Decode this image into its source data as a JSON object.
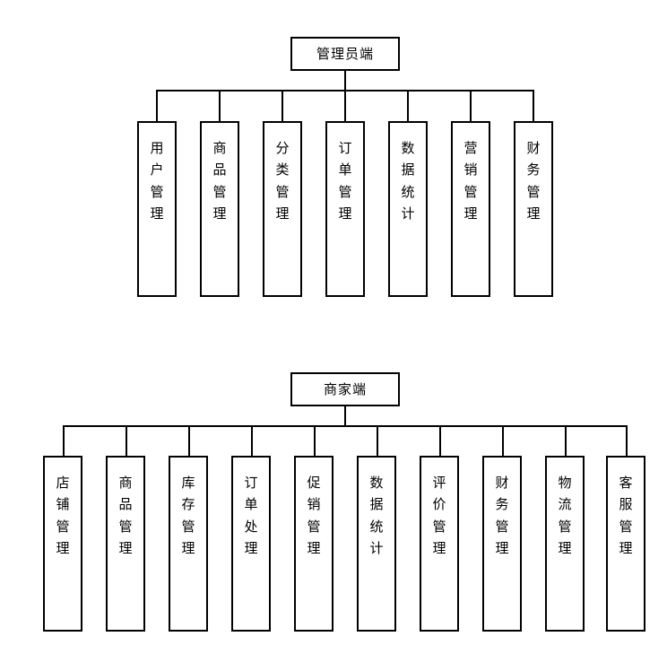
{
  "diagram": {
    "title_semantic": "system-function-structure-tree",
    "line_color": "#000000",
    "background_color": "#ffffff",
    "text_color": "#000000",
    "trees": [
      {
        "id": "admin",
        "root": {
          "label": "管理员端"
        },
        "children": [
          {
            "label": "用户管理"
          },
          {
            "label": "商品管理"
          },
          {
            "label": "分类管理"
          },
          {
            "label": "订单管理"
          },
          {
            "label": "数据统计"
          },
          {
            "label": "营销管理"
          },
          {
            "label": "财务管理"
          }
        ]
      },
      {
        "id": "merchant",
        "root": {
          "label": "商家端"
        },
        "children": [
          {
            "label": "店铺管理"
          },
          {
            "label": "商品管理"
          },
          {
            "label": "库存管理"
          },
          {
            "label": "订单处理"
          },
          {
            "label": "促销管理"
          },
          {
            "label": "数据统计"
          },
          {
            "label": "评价管理"
          },
          {
            "label": "财务管理"
          },
          {
            "label": "物流管理"
          },
          {
            "label": "客服管理"
          }
        ]
      }
    ]
  }
}
